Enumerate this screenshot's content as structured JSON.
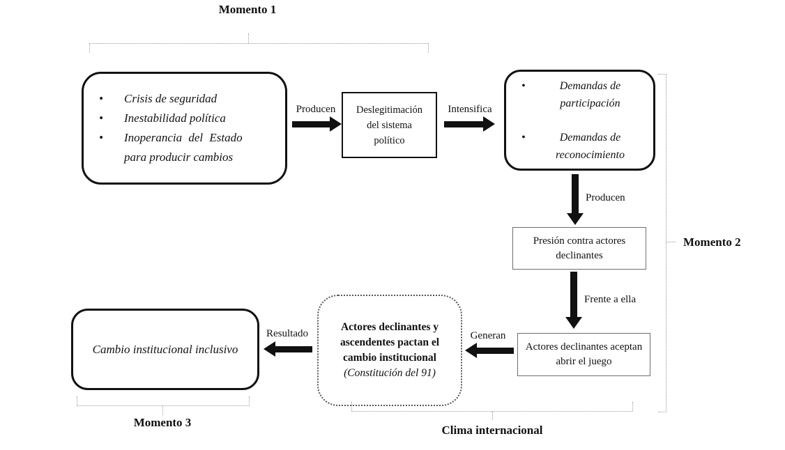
{
  "labels": {
    "momento1": "Momento 1",
    "momento2": "Momento 2",
    "momento3": "Momento 3",
    "clima": "Clima internacional"
  },
  "boxes": {
    "causes": {
      "items": [
        "Crisis de seguridad",
        "Inestabilidad política",
        "Inoperancia del Estado\npara producir cambios"
      ]
    },
    "deslegitimacion": {
      "text": "Deslegitimación del sistema político"
    },
    "demandas": {
      "items": [
        "Demandas de participación",
        "Demandas de reconocimiento"
      ]
    },
    "presion": {
      "text": "Presión contra actores declinantes"
    },
    "aceptan": {
      "text": "Actores declinantes aceptan abrir el juego"
    },
    "pactan": {
      "text": "Actores declinantes y ascendentes pactan el cambio institucional",
      "subtext": "(Constitución del 91)"
    },
    "cambio": {
      "text": "Cambio institucional inclusivo"
    }
  },
  "arrows": {
    "producen1": "Producen",
    "intensifica": "Intensifica",
    "producen2": "Producen",
    "frente": "Frente a ella",
    "generan": "Generan",
    "resultado": "Resultado"
  },
  "bullet_char": "•",
  "colors": {
    "box_border": "#111111",
    "thin_box_border": "#6e6e6e",
    "arrow": "#111111",
    "bracket": "#9a9a9a",
    "background": "#ffffff",
    "text": "#111111"
  }
}
